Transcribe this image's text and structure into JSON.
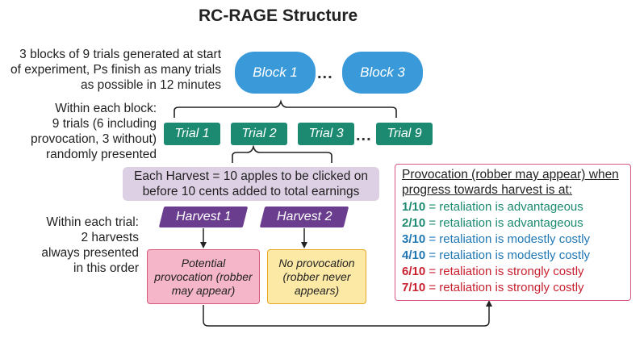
{
  "title": "RC-RAGE Structure",
  "notes": {
    "blocks": [
      "3 blocks of 9 trials generated at start",
      "of experiment, Ps finish as many trials",
      "as possible in 12 minutes"
    ],
    "trials": [
      "Within each block:",
      "9 trials (6 including",
      "provocation, 3 without)",
      "randomly presented"
    ],
    "harvests": [
      "Within each trial:",
      "2 harvests",
      "always presented",
      "in this order"
    ]
  },
  "blocks": [
    "Block 1",
    "Block 3"
  ],
  "trials": [
    "Trial 1",
    "Trial 2",
    "Trial 3",
    "Trial 9"
  ],
  "ellipsis": "...",
  "harvest_box": [
    "Each Harvest = 10 apples to be clicked on",
    "before 10 cents added to total earnings"
  ],
  "harvests": [
    "Harvest 1",
    "Harvest 2"
  ],
  "provocation_boxes": [
    [
      "Potential",
      "provocation (robber",
      "may appear)"
    ],
    [
      "No provocation",
      "(robber never",
      "appears)"
    ]
  ],
  "legend": {
    "title": [
      "Provocation (robber may appear) when",
      "progress towards harvest is at:"
    ],
    "rows": [
      {
        "level": "1/10",
        "text": " = retaliation is advantageous",
        "color": "#1b8a71"
      },
      {
        "level": "2/10",
        "text": " = retaliation is advantageous",
        "color": "#1b8a71"
      },
      {
        "level": "3/10",
        "text": " = retaliation is modestly costly",
        "color": "#1f77b4"
      },
      {
        "level": "4/10",
        "text": " = retaliation is modestly costly",
        "color": "#1f77b4"
      },
      {
        "level": "6/10",
        "text": " = retaliation is strongly costly",
        "color": "#c8202f"
      },
      {
        "level": "7/10",
        "text": " = retaliation is strongly costly",
        "color": "#c8202f"
      }
    ]
  },
  "colors": {
    "block": "#3a9ad9",
    "trial": "#1b8a71",
    "harvest": "#6b3d8e",
    "harvest_box": "#ddd0e4",
    "provocation": "#f4b6c8",
    "no_provocation": "#fde9a6",
    "legend_border": "#d9587e"
  }
}
